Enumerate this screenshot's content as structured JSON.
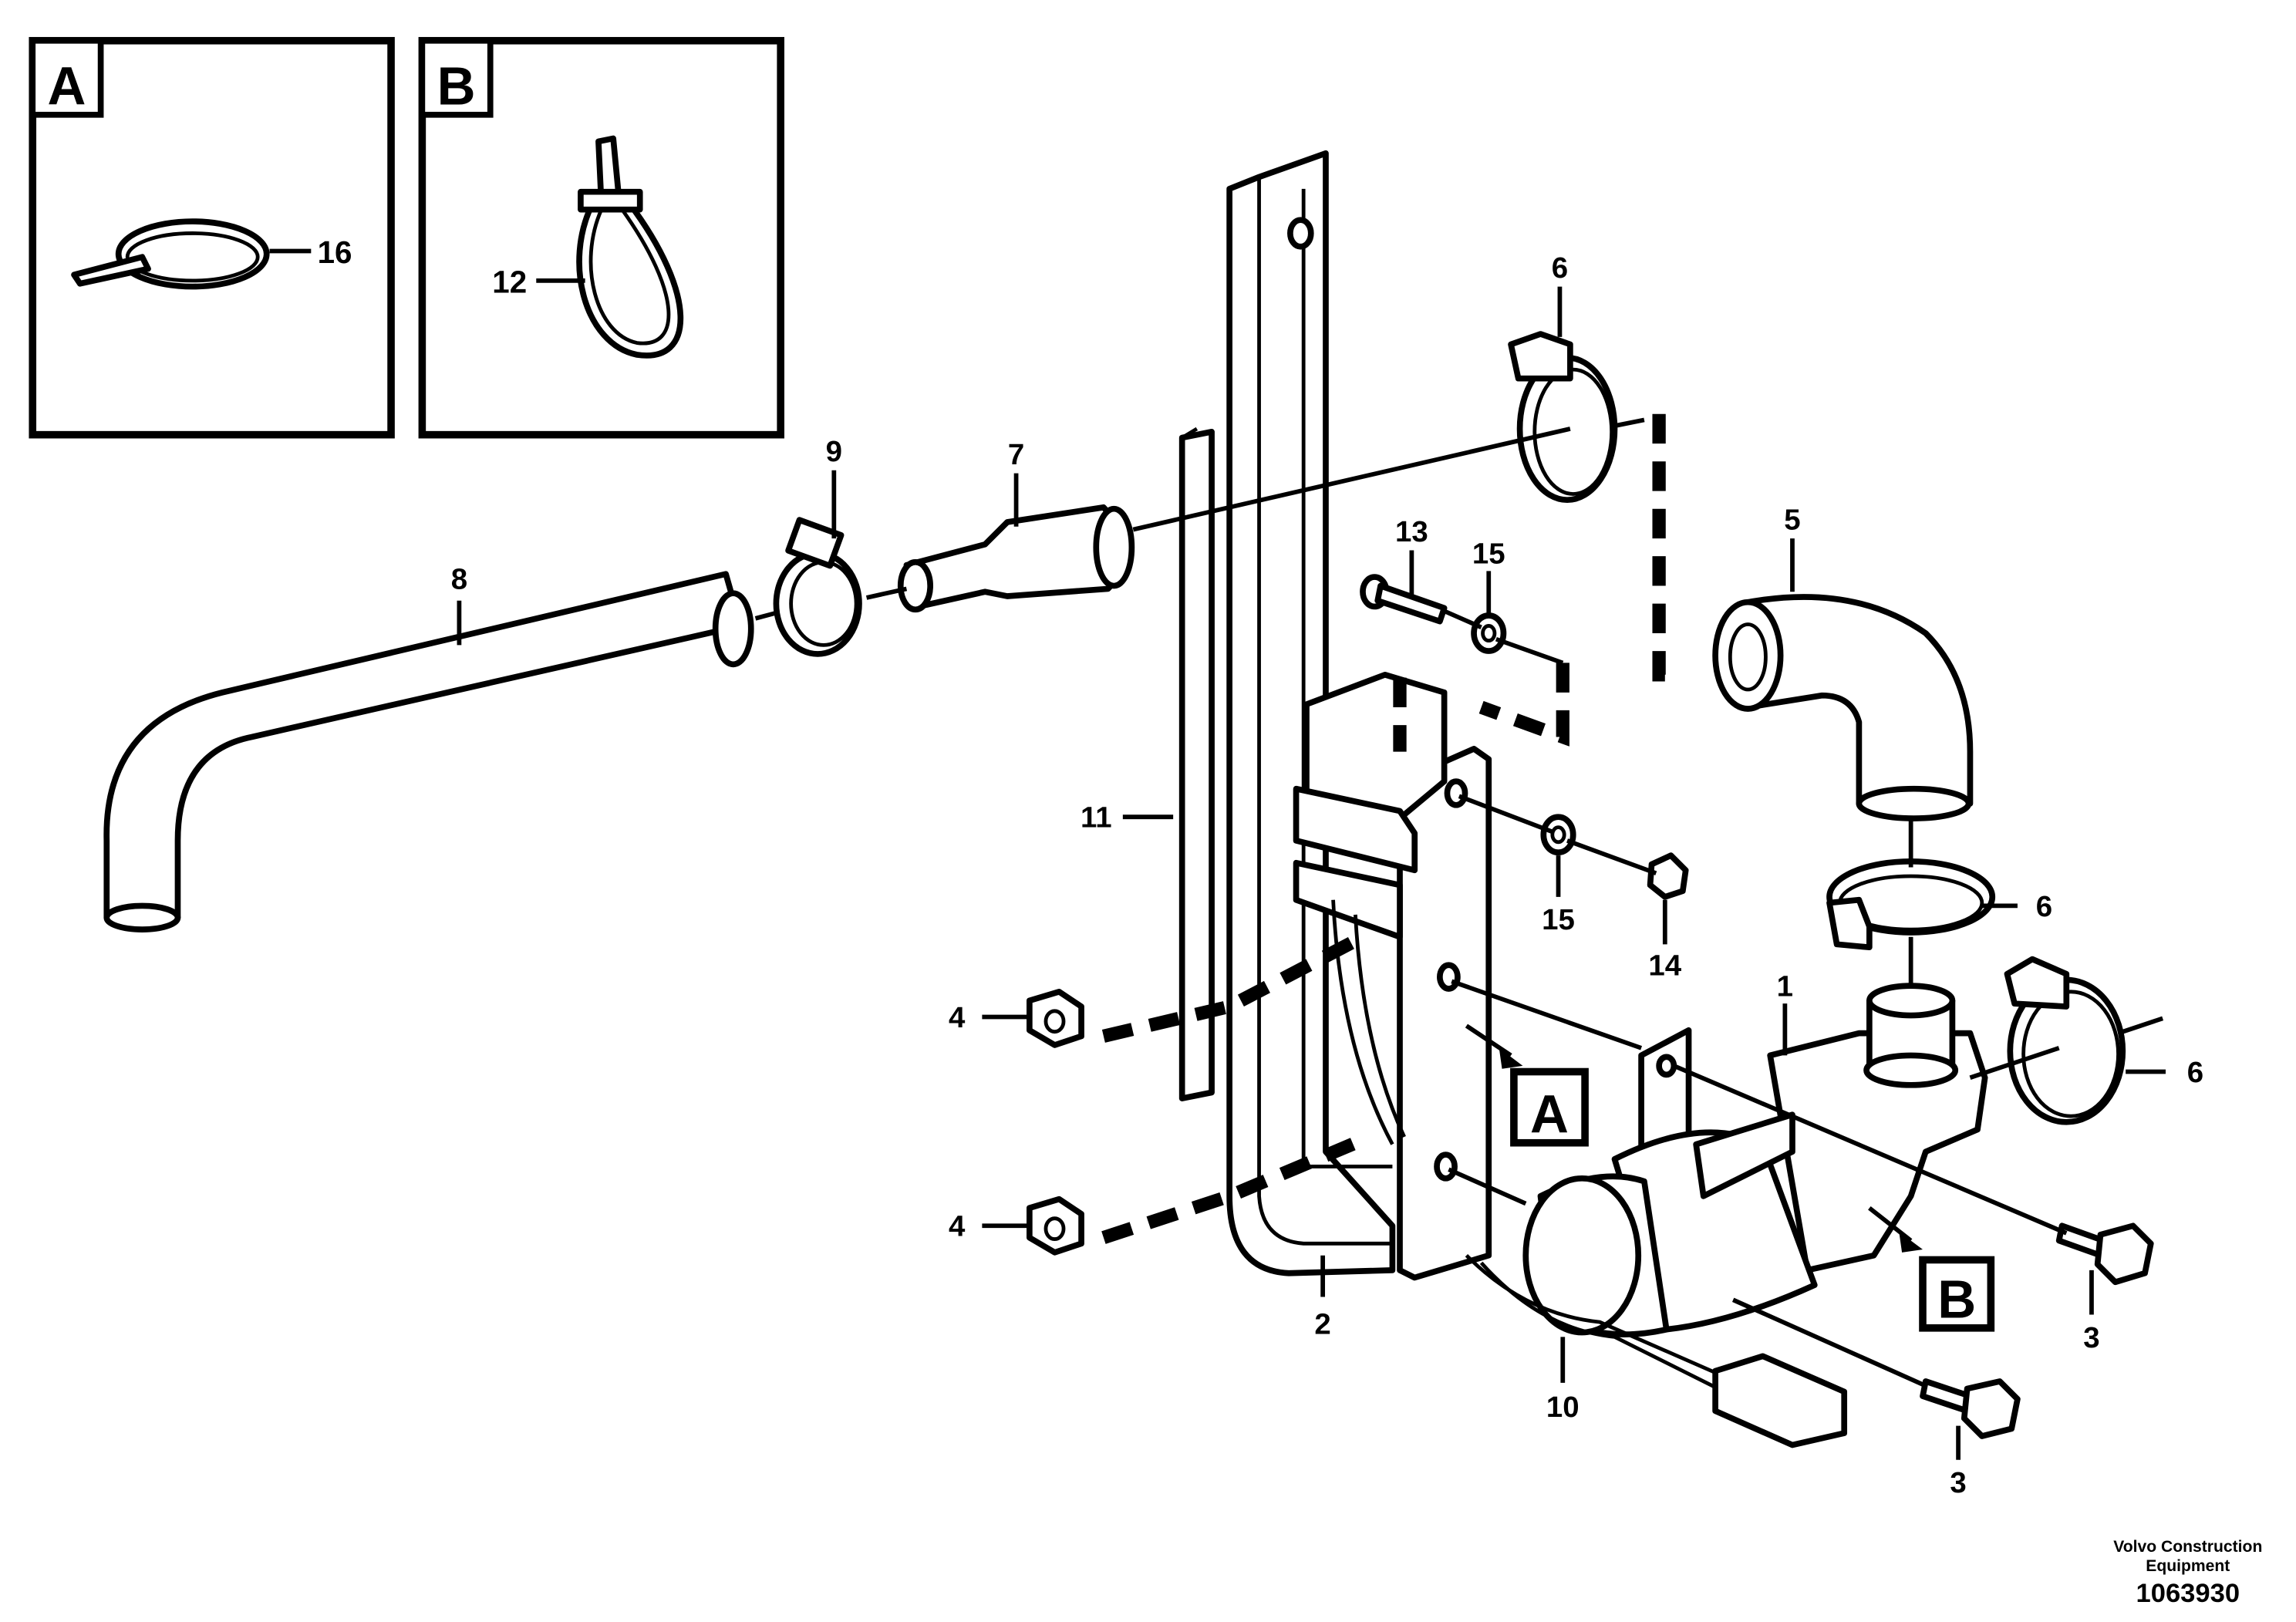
{
  "insets": [
    {
      "letter": "A",
      "part_label": "16"
    },
    {
      "letter": "B",
      "part_label": "12"
    }
  ],
  "callouts": {
    "a": "A",
    "b": "B"
  },
  "part_labels": {
    "p1": "1",
    "p2": "2",
    "p3a": "3",
    "p3b": "3",
    "p4a": "4",
    "p4b": "4",
    "p5": "5",
    "p6a": "6",
    "p6b": "6",
    "p6c": "6",
    "p7": "7",
    "p8": "8",
    "p9": "9",
    "p10": "10",
    "p11": "11",
    "p13": "13",
    "p14": "14",
    "p15a": "15",
    "p15b": "15"
  },
  "footer": {
    "company_line1": "Volvo Construction",
    "company_line2": "Equipment",
    "doc_number": "1063930"
  }
}
